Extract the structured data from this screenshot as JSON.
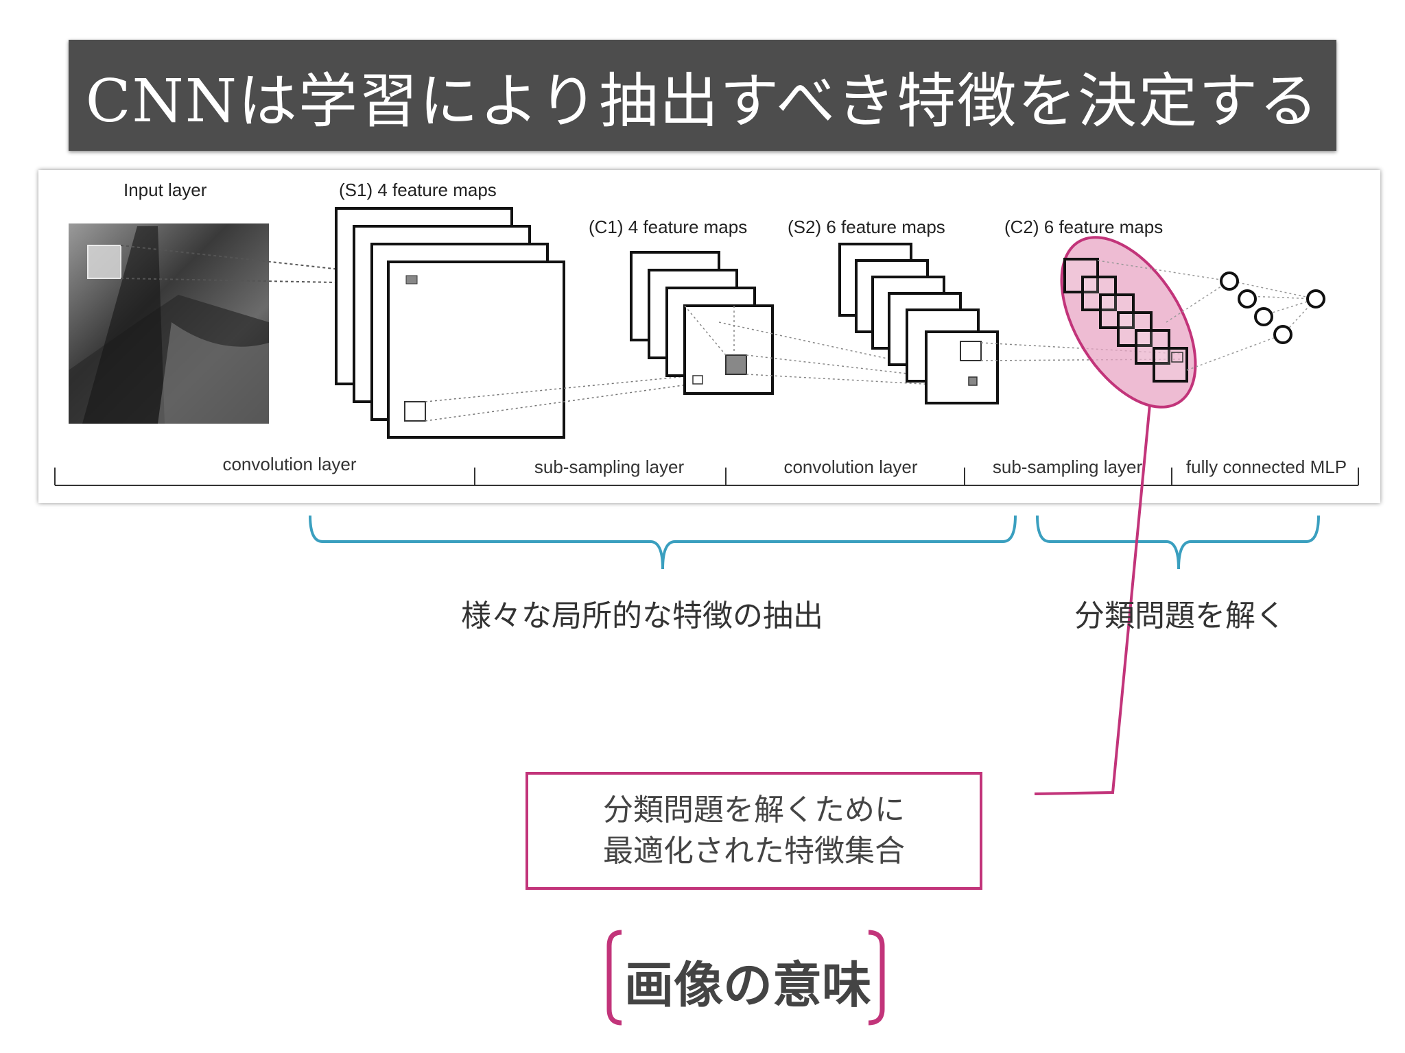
{
  "title": "CNNは学習により抽出すべき特徴を決定する",
  "diagram": {
    "input_layer": "Input layer",
    "s1": "(S1) 4 feature maps",
    "c1": "(C1) 4 feature maps",
    "s2": "(S2) 6 feature maps",
    "c2": "(C2) 6 feature maps",
    "stages": [
      "convolution layer",
      "sub-sampling layer",
      "convolution layer",
      "sub-sampling layer",
      "fully connected MLP"
    ]
  },
  "annotations": {
    "feature_extraction": "様々な局所的な特徴の抽出",
    "classification": "分類問題を解く",
    "note_line1": "分類問題を解くために",
    "note_line2": "最適化された特徴集合",
    "meaning": "画像の意味"
  },
  "colors": {
    "bracket_blue": "#3a9fbf",
    "accent_magenta": "#c2347a",
    "highlight_pink": "#e8a5c4"
  }
}
